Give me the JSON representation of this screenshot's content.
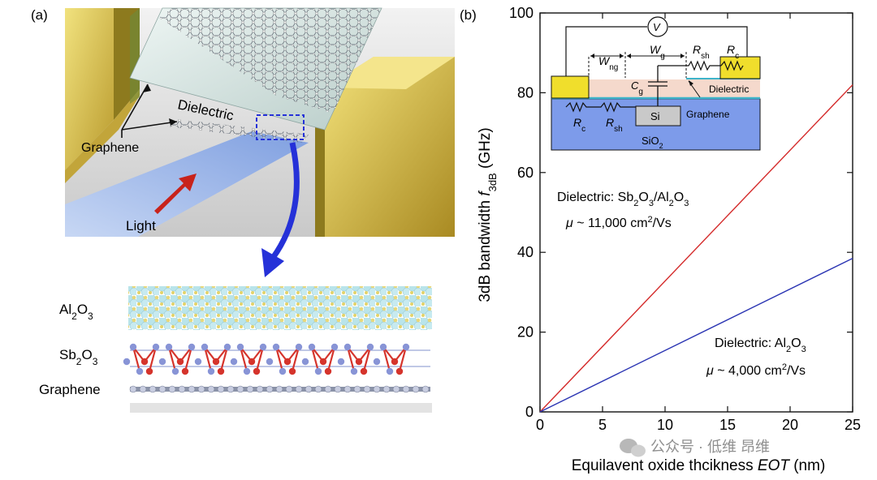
{
  "panel_a": {
    "label": "(a)",
    "dielectric_label": "Dielectric",
    "graphene_label": "Graphene",
    "light_label": "Light",
    "layers": {
      "al2o3": {
        "main": "Al",
        "sub1": "2",
        "mid": "O",
        "sub2": "3"
      },
      "sb2o3": {
        "main": "Sb",
        "sub1": "2",
        "mid": "O",
        "sub2": "3"
      },
      "graphene": "Graphene"
    },
    "colors": {
      "gold": "#d8c04a",
      "waveguide": "#8fb0e6",
      "arrow_light": "#c8231b",
      "arrow_zoom": "#2531d8"
    }
  },
  "panel_b": {
    "label": "(b)",
    "ylabel": {
      "main": "3dB bandwidth ",
      "f": "f",
      "sub": "3dB",
      "unit": " (GHz)"
    },
    "xlabel": {
      "main": "Equilavent oxide thcikness ",
      "eot": "EOT",
      "unit": " (nm)"
    },
    "annotation_red": {
      "line1": {
        "pre": "Dielectric: Sb",
        "s1": "2",
        "m1": "O",
        "s2": "3",
        "m2": "/Al",
        "s3": "2",
        "m3": "O",
        "s4": "3"
      },
      "line2": {
        "mu": "μ",
        "text": " ~ 11,000 cm",
        "sup": "2",
        "tail": "/Vs"
      }
    },
    "annotation_blue": {
      "line1": {
        "pre": "Dielectric: Al",
        "s1": "2",
        "m1": "O",
        "s2": "3"
      },
      "line2": {
        "mu": "μ",
        "text": " ~ 4,000 cm",
        "sup": "2",
        "tail": "/Vs"
      }
    },
    "inset": {
      "V": "V",
      "W_ng": {
        "main": "W",
        "sub": "ng"
      },
      "W_g": {
        "main": "W",
        "sub": "g"
      },
      "R_sh_top": {
        "main": "R",
        "sub": "sh"
      },
      "R_c_top": {
        "main": "R",
        "sub": "c"
      },
      "C_g": {
        "main": "C",
        "sub": "g"
      },
      "dielectric": "Dielectric",
      "graphene": "Graphene",
      "si": "Si",
      "R_c_bottom": {
        "main": "R",
        "sub": "c"
      },
      "R_sh_bottom": {
        "main": "R",
        "sub": "sh"
      },
      "sio2": {
        "main": "SiO",
        "sub": "2"
      }
    }
  },
  "watermark": "公众号 · 低维 昂维",
  "chart_data": {
    "type": "line",
    "title": "",
    "xlabel": "Equilavent oxide thcikness EOT (nm)",
    "ylabel": "3dB bandwidth f3dB (GHz)",
    "xlim": [
      0,
      25
    ],
    "ylim": [
      0,
      100
    ],
    "xticks": [
      0,
      5,
      10,
      15,
      20,
      25
    ],
    "yticks": [
      0,
      20,
      40,
      60,
      80,
      100
    ],
    "grid": false,
    "series": [
      {
        "x": [
          0,
          25
        ],
        "values": [
          0,
          82
        ],
        "color": "#d42a2a"
      },
      {
        "x": [
          0,
          25
        ],
        "values": [
          0,
          38.5
        ],
        "color": "#2b35b3"
      }
    ]
  }
}
